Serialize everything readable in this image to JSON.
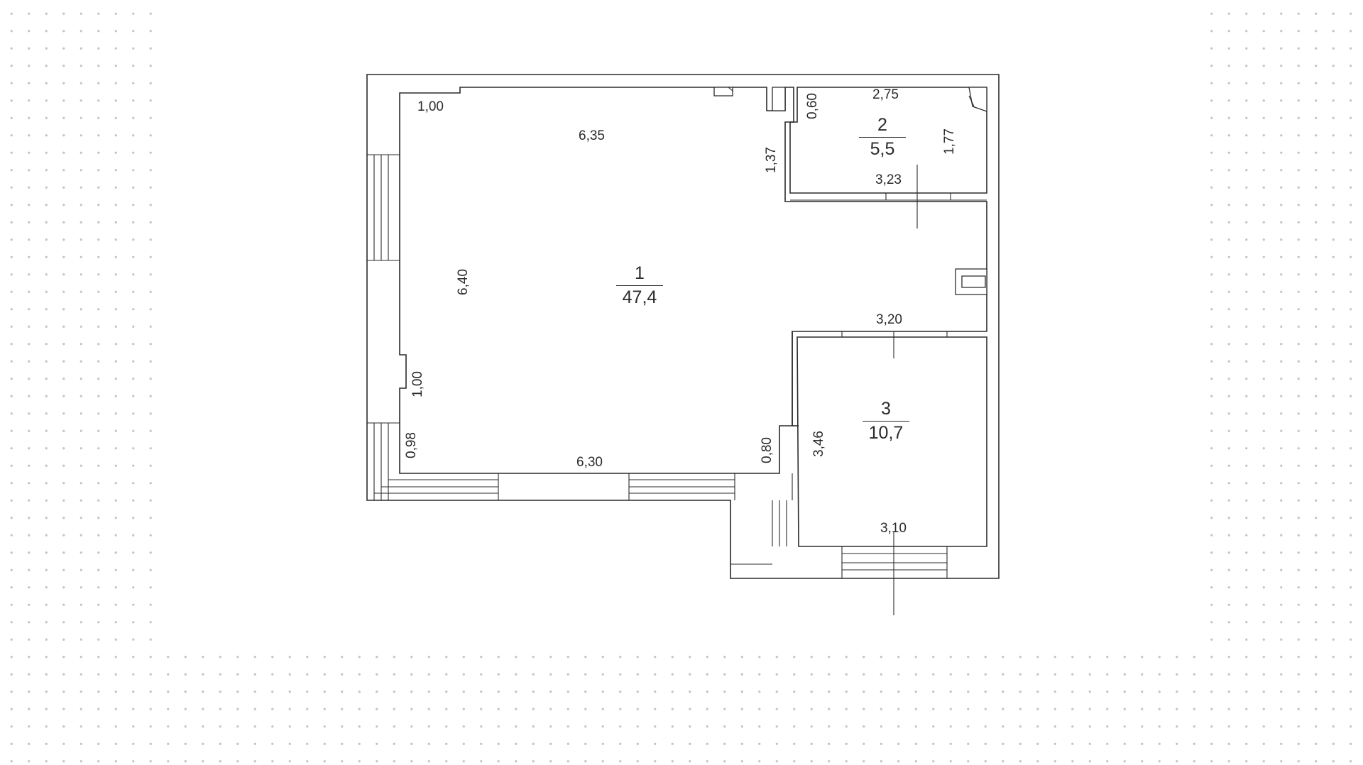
{
  "rooms": [
    {
      "number": "1",
      "area": "47,4"
    },
    {
      "number": "2",
      "area": "5,5"
    },
    {
      "number": "3",
      "area": "10,7"
    }
  ],
  "dimensions": {
    "room1_top_left": "1,00",
    "room1_top": "6,35",
    "room1_left": "6,40",
    "room1_left_lower": "1,00",
    "room1_bottom_left": "0,98",
    "room1_bottom": "6,30",
    "room1_bottom_right": "0,80",
    "room1_right_upper": "1,37",
    "room2_left": "0,60",
    "room2_top": "2,75",
    "room2_right": "1,77",
    "room2_bottom": "3,23",
    "room3_top": "3,20",
    "room3_left": "3,46",
    "room3_bottom": "3,10"
  }
}
